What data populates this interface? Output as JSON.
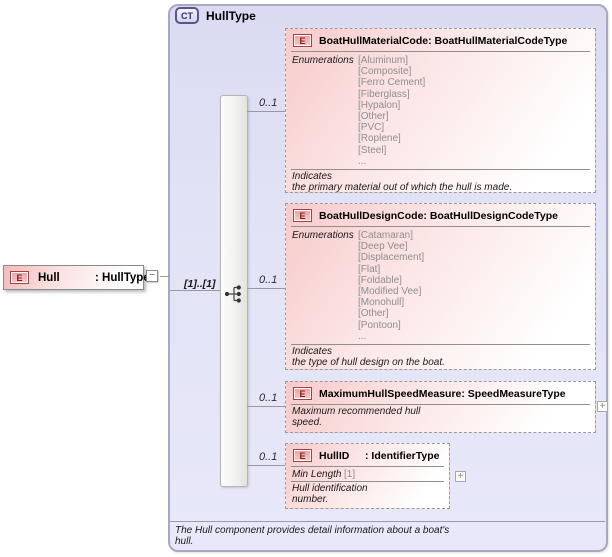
{
  "complex_type": {
    "badge": "CT",
    "name": "HullType",
    "annotation_lines": [
      "The Hull component provides detail information about a boat's",
      "hull."
    ]
  },
  "root_element": {
    "badge": "E",
    "name": "Hull",
    "type": ": HullType",
    "cardinality": "[1]..[1]",
    "collapse_glyph": "−"
  },
  "compositor": "sequence",
  "children": [
    {
      "badge": "E",
      "name": "BoatHullMaterialCode",
      "type": ": BoatHullMaterialCodeType",
      "occurrence": "0..1",
      "enum_label": "Enumerations",
      "enums": [
        "[Aluminum]",
        "[Composite]",
        "[Ferro Cement]",
        "[Fiberglass]",
        "[Hypalon]",
        "[Other]",
        "[PVC]",
        "[Roplene]",
        "[Steel]",
        "..."
      ],
      "annotation_lines": [
        "Indicates",
        "the primary material out of which the hull is made."
      ]
    },
    {
      "badge": "E",
      "name": "BoatHullDesignCode",
      "type": ": BoatHullDesignCodeType",
      "occurrence": "0..1",
      "enum_label": "Enumerations",
      "enums": [
        "[Catamaran]",
        "[Deep Vee]",
        "[Displacement]",
        "[Flat]",
        "[Foldable]",
        "[Modified Vee]",
        "[Monohull]",
        "[Other]",
        "[Pontoon]",
        "..."
      ],
      "annotation_lines": [
        "Indicates",
        "the type of hull design on the boat."
      ]
    },
    {
      "badge": "E",
      "name": "MaximumHullSpeedMeasure",
      "type": ": SpeedMeasureType",
      "occurrence": "0..1",
      "annotation_lines": [
        "Maximum recommended hull",
        "speed."
      ],
      "expand_glyph": "+"
    },
    {
      "badge": "E",
      "name": "HullID",
      "type": ": IdentifierType",
      "occurrence": "0..1",
      "facet": {
        "label": "Min Length",
        "value": "[1]"
      },
      "annotation_lines": [
        "Hull identification",
        "number."
      ],
      "expand_glyph": "+"
    }
  ],
  "colors": {
    "container_fill": "#e2e2f6",
    "container_border": "#a8a8c0",
    "element_fill_pink": "#f7caca",
    "badge_border_red": "#9c4444",
    "badge_text_red": "#7c1f1f",
    "enum_text_gray": "#8e8e8e",
    "line_gray": "#9a9a9a"
  }
}
